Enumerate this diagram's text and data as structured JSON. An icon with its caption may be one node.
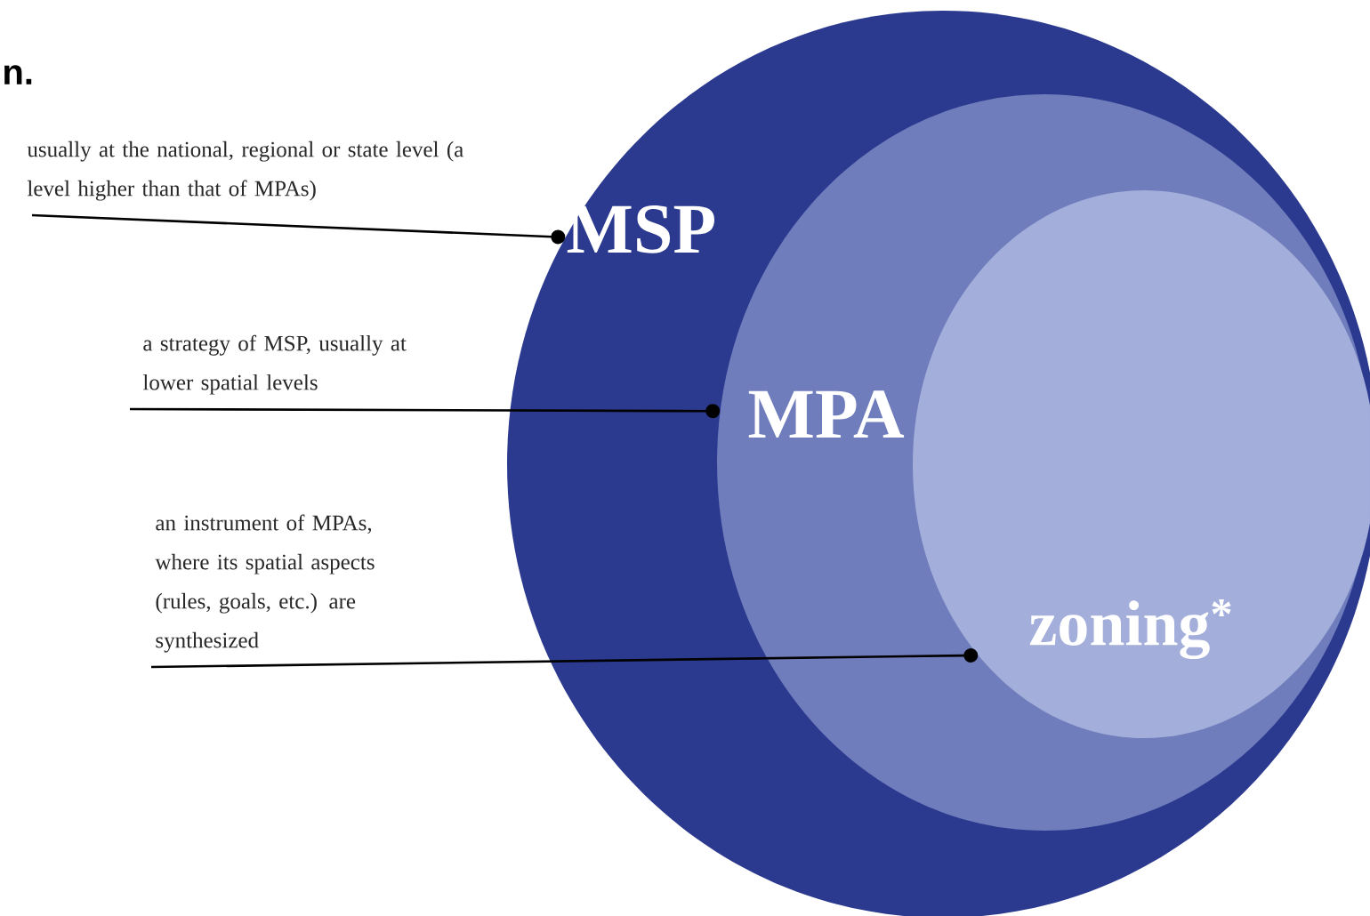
{
  "diagram": {
    "nodes": [
      {
        "text": [
          "MSP"
        ]
      },
      {
        "text": [
          "MPA"
        ],
        "in": 0
      },
      {
        "text": [
          "zoning$^{*}$"
        ],
        "in": 1
      },
      {
        "text": [
          "usually at the national, regional or state level (a level higher than that of MPAs)"
        ]
      },
      {
        "text": [
          "a strategy of MSP, usually at lower spatial levels"
        ]
      },
      {
        "text": [
          "an instrument of MPAs, where its spatial aspects (rules, goals, etc.) are synthesized"
        ]
      }
    ],
    "edges": [
      {
        "from": 3,
        "to": 0,
        "arrow": "other"
      },
      {
        "from": 4,
        "to": 1,
        "arrow": "other"
      },
      {
        "from": 5,
        "to": 2,
        "arrow": "other"
      }
    ],
    "labels": [
      "n."
    ]
  }
}
